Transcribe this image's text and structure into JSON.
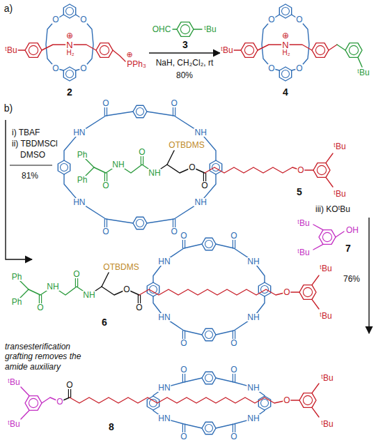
{
  "diagram": {
    "labels": [
      "a)",
      "ᵗBu",
      "O",
      "O",
      "O",
      "O",
      "⊕",
      "N",
      "H₂",
      "⊕",
      "PPh₃",
      "2",
      "OHC",
      "ᵗBu",
      "3",
      "NaH, CH₂Cl₂, rt",
      "80%",
      "ᵗBu",
      "O",
      "O",
      "O",
      "O",
      "⊕",
      "N",
      "H₂",
      "ᵗBu",
      "4",
      "b)",
      "i) TBAF",
      "ii) TBDMSCl",
      "DMSO",
      "81%",
      "O",
      "HN",
      "O",
      "NH",
      "O",
      "HN",
      "O",
      "NH",
      "Ph",
      "Ph",
      "O",
      "NH",
      "O",
      "NH",
      "OTBDMS",
      "O",
      "O",
      "O",
      "ᵗBu",
      "ᵗBu",
      "5",
      "O",
      "HN",
      "O",
      "NH",
      "O",
      "HN",
      "O",
      "NH",
      "Ph",
      "Ph",
      "O",
      "NH",
      "O",
      "NH",
      "OTBDMS",
      "O",
      "O",
      "O",
      "ᵗBu",
      "ᵗBu",
      "6",
      "iii) KOᵗBu",
      "ᵗBu",
      "ᵗBu",
      "OH",
      "7",
      "76%",
      "transesterification grafting removes the amide auxiliary",
      "ᵗBu",
      "ᵗBu",
      "O",
      "O",
      "O",
      "HN",
      "O",
      "NH",
      "O",
      "HN",
      "O",
      "NH",
      "O",
      "ᵗBu",
      "ᵗBu",
      "8"
    ]
  }
}
